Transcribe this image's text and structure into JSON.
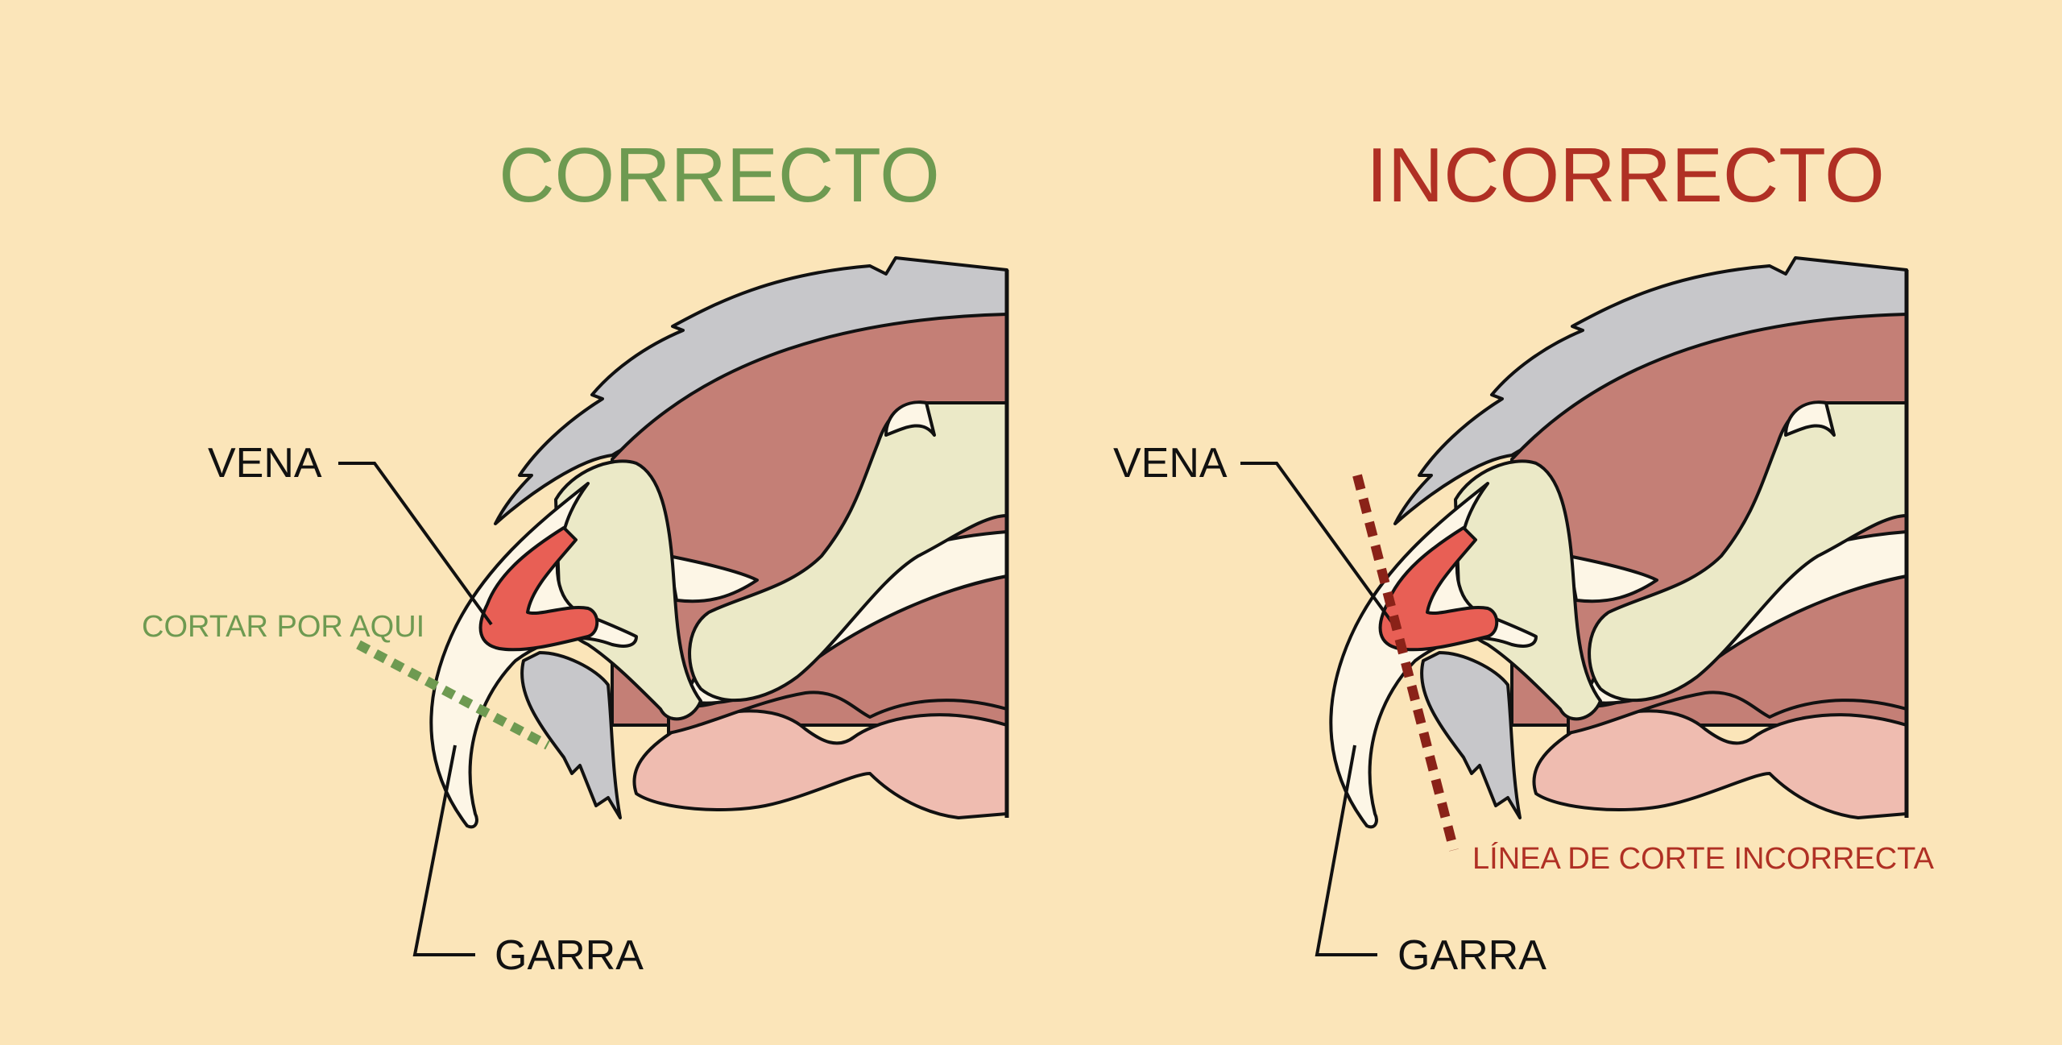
{
  "panels": {
    "correct": {
      "title": "CORRECTO",
      "vein_label": "VENA",
      "claw_label": "GARRA",
      "cut_label": "CORTAR POR AQUI"
    },
    "incorrect": {
      "title": "INCORRECTO",
      "vein_label": "VENA",
      "claw_label": "GARRA",
      "cut_label": "LÍNEA DE CORTE INCORRECTA"
    }
  },
  "colors": {
    "background": "#fbe5b9",
    "correct_accent": "#6e9a51",
    "incorrect_accent": "#b03024",
    "incorrect_cut_line": "#8a2218",
    "fur": "#c7c7ca",
    "muscle": "#c47f76",
    "pad": "#efbcb0",
    "bone": "#ebe9c7",
    "claw": "#fdf6e6",
    "vein": "#e85f55",
    "outline": "#111111"
  },
  "icons": {
    "paw": "dog-paw-cross-section-illustration"
  }
}
